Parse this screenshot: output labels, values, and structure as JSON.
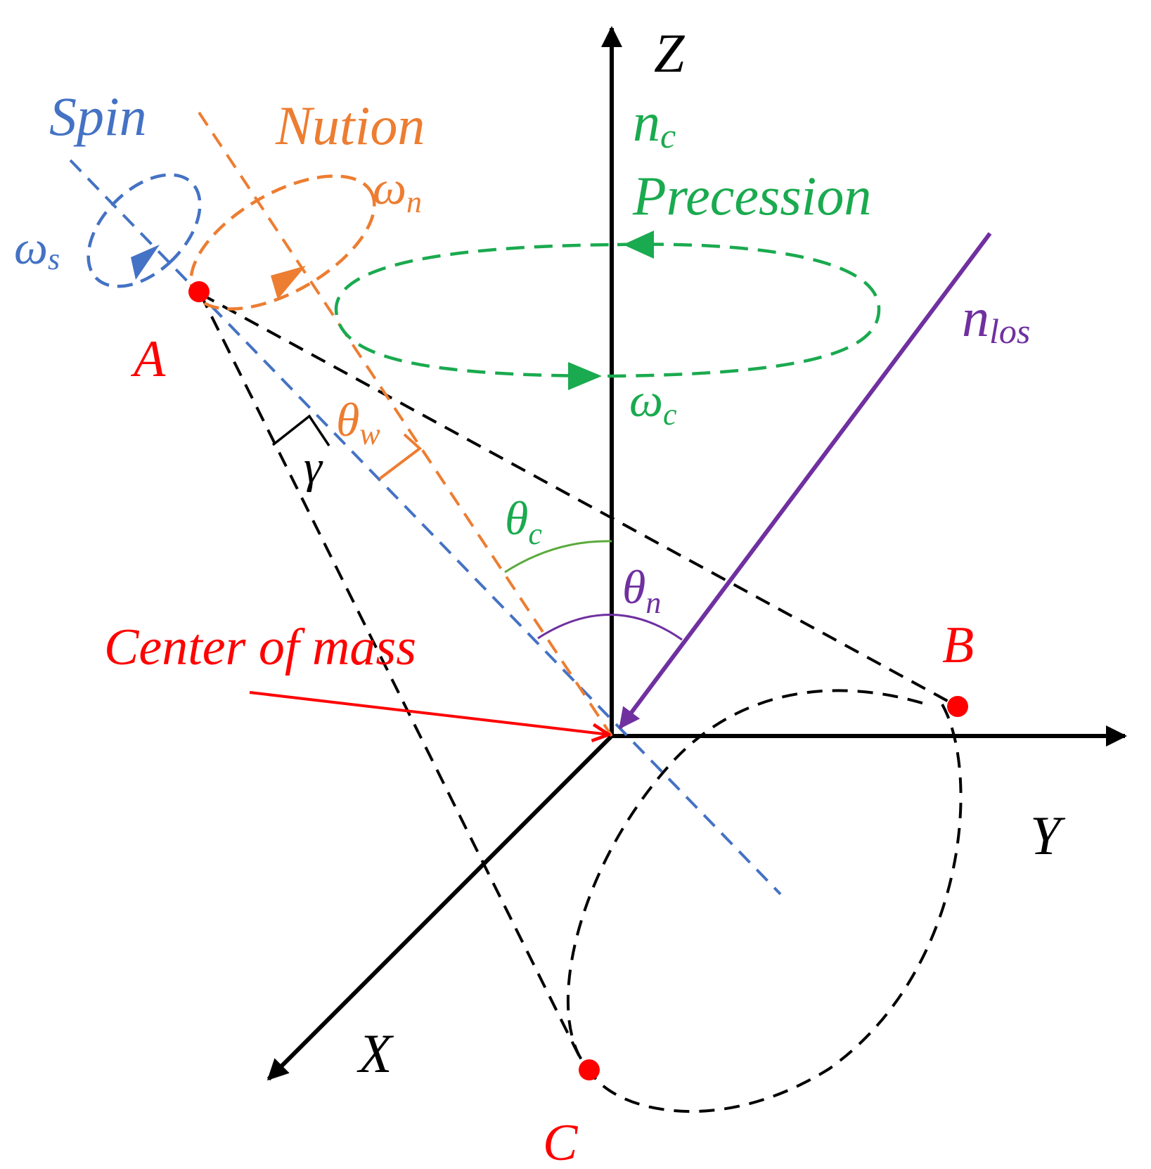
{
  "axes": {
    "z": "Z",
    "y": "Y",
    "x": "X"
  },
  "points": {
    "a": "A",
    "b": "B",
    "c": "C"
  },
  "motions": {
    "spin": "Spin",
    "nution": "Nution",
    "precession": "Precession"
  },
  "vectors": {
    "nc_main": "n",
    "nc_sub": "c",
    "nlos_main": "n",
    "nlos_sub": "los"
  },
  "rates": {
    "omega_symbol": "ω",
    "ws_sub": "s",
    "wn_sub": "n",
    "wc_sub": "c"
  },
  "angles": {
    "theta_symbol": "θ",
    "tw_sub": "w",
    "tc_sub": "c",
    "tn_sub": "n",
    "gamma": "γ"
  },
  "annotation": {
    "center_of_mass": "Center of mass"
  },
  "colors": {
    "axis": "#000000",
    "spin": "#4472c4",
    "nution": "#ed7d31",
    "precession": "#1aaa4f",
    "los": "#7030a0",
    "point": "#ff0000",
    "cone": "#000000"
  }
}
